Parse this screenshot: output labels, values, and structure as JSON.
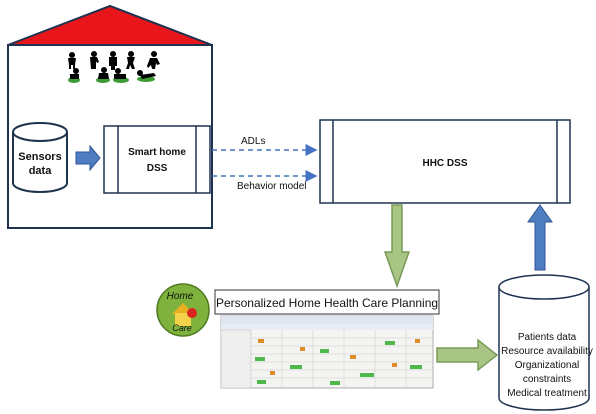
{
  "smart_home": {
    "sensors_label_line1": "Sensors",
    "sensors_label_line2": "data",
    "dss_label_line1": "Smart home",
    "dss_label_line2": "DSS"
  },
  "links": {
    "adls": "ADLs",
    "behavior_model": "Behavior model"
  },
  "hhc": {
    "title": "HHC DSS"
  },
  "planning": {
    "title": "Personalized Home Health Care Planning",
    "logo_line1": "Home",
    "logo_line2": "Care"
  },
  "database": {
    "items": [
      "Patients data",
      "Resource availability",
      "Organizational",
      "constraints",
      "Medical treatment"
    ]
  },
  "colors": {
    "roof": "#e8151b",
    "box_stroke": "#1f3350",
    "dashed_arrow": "#4472c4",
    "blue_arrow": "#4f7dc2",
    "green_arrow": "#a8c585"
  }
}
